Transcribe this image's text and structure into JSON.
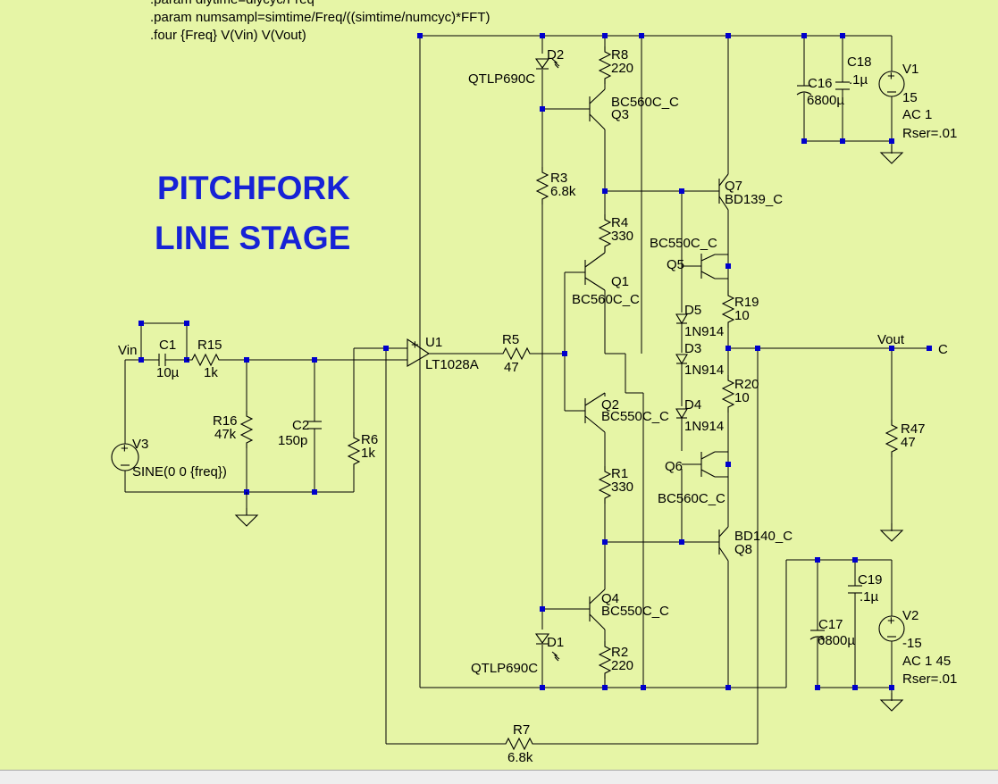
{
  "directives": [
    ".param dlytime=dlycyc/Freq",
    ".param numsampl=simtime/Freq/((simtime/numcyc)*FFT)",
    ".four {Freq} V(Vin) V(Vout)"
  ],
  "title": {
    "line1": "PITCHFORK",
    "line2": "LINE STAGE"
  },
  "colors": {
    "background": "#e6f5a6",
    "wire": "#000000",
    "junction": "#0000cc",
    "title": "#1722d6"
  },
  "components": {
    "d2": {
      "name": "D2",
      "value": "QTLP690C"
    },
    "d1": {
      "name": "D1",
      "value": "QTLP690C"
    },
    "r8": {
      "name": "R8",
      "value": "220"
    },
    "r2": {
      "name": "R2",
      "value": "220"
    },
    "r3": {
      "name": "R3",
      "value": "6.8k"
    },
    "r4": {
      "name": "R4",
      "value": "330"
    },
    "r1": {
      "name": "R1",
      "value": "330"
    },
    "q3": {
      "name": "Q3",
      "value": "BC560C_C"
    },
    "q1": {
      "name": "Q1",
      "value": "BC560C_C"
    },
    "q2": {
      "name": "Q2",
      "value": "BC550C_C"
    },
    "q4": {
      "name": "Q4",
      "value": "BC550C_C"
    },
    "q5": {
      "name": "Q5",
      "value": "BC550C_C"
    },
    "q6": {
      "name": "Q6",
      "value": "BC560C_C"
    },
    "q7": {
      "name": "Q7",
      "value": "BD139_C"
    },
    "q8": {
      "name": "Q8",
      "value": "BD140_C"
    },
    "d5": {
      "name": "D5",
      "value": "1N914"
    },
    "d3": {
      "name": "D3",
      "value": "1N914"
    },
    "d4": {
      "name": "D4",
      "value": "1N914"
    },
    "r19": {
      "name": "R19",
      "value": "10"
    },
    "r20": {
      "name": "R20",
      "value": "10"
    },
    "r47": {
      "name": "R47",
      "value": "47"
    },
    "r5": {
      "name": "R5",
      "value": "47"
    },
    "r7": {
      "name": "R7",
      "value": "6.8k"
    },
    "u1": {
      "name": "U1",
      "value": "LT1028A"
    },
    "c1": {
      "name": "C1",
      "value": "10µ"
    },
    "r15": {
      "name": "R15",
      "value": "1k"
    },
    "r16": {
      "name": "R16",
      "value": "47k"
    },
    "c2": {
      "name": "C2",
      "value": "150p"
    },
    "r6": {
      "name": "R6",
      "value": "1k"
    },
    "v3": {
      "name": "V3",
      "value": "SINE(0 0 {freq})"
    },
    "c16": {
      "name": "C16",
      "value": "6800µ"
    },
    "c18": {
      "name": "C18",
      "value": ".1µ"
    },
    "c17": {
      "name": "C17",
      "value": "6800µ"
    },
    "c19": {
      "name": "C19",
      "value": ".1µ"
    },
    "v1": {
      "name": "V1",
      "value": "15",
      "ac": "AC 1",
      "rser": "Rser=.01"
    },
    "v2": {
      "name": "V2",
      "value": "-15",
      "ac": "AC 1 45",
      "rser": "Rser=.01"
    }
  },
  "nets": {
    "vin": "Vin",
    "vout": "Vout",
    "port": "C"
  }
}
